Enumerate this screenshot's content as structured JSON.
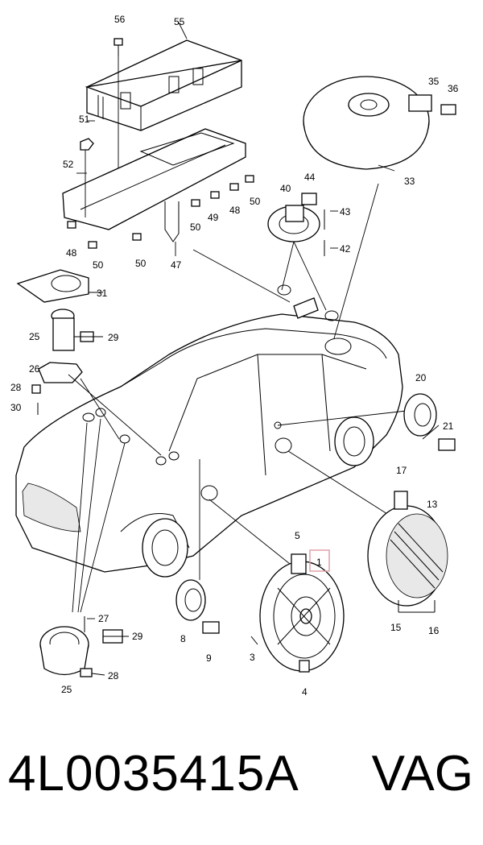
{
  "diagram": {
    "labels": {
      "p1": "1",
      "p3": "3",
      "p4": "4",
      "p5": "5",
      "p8": "8",
      "p9": "9",
      "p13": "13",
      "p15": "15",
      "p16": "16",
      "p17": "17",
      "p20": "20",
      "p21": "21",
      "p25a": "25",
      "p25b": "25",
      "p26": "26",
      "p27": "27",
      "p28a": "28",
      "p28b": "28",
      "p29a": "29",
      "p29b": "29",
      "p30": "30",
      "p31": "31",
      "p33": "33",
      "p35": "35",
      "p36": "36",
      "p40": "40",
      "p42": "42",
      "p43": "43",
      "p44": "44",
      "p47": "47",
      "p48a": "48",
      "p48b": "48",
      "p49": "49",
      "p50a": "50",
      "p50b": "50",
      "p50c": "50",
      "p50d": "50",
      "p51": "51",
      "p52": "52",
      "p55": "55",
      "p56": "56"
    },
    "highlight_color": "#e0a0a8"
  },
  "footer": {
    "part_number": "4L0035415A",
    "brand": "VAG"
  }
}
